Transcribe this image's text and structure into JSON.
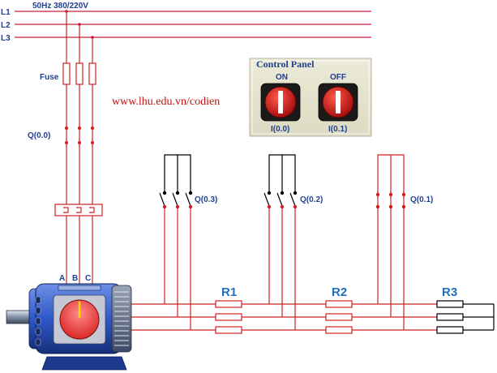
{
  "supply": {
    "spec": "50Hz 380/220V",
    "lines": [
      "L1",
      "L2",
      "L3"
    ]
  },
  "labels": {
    "fuse": "Fuse",
    "main_contact": "Q(0.0)",
    "motor_terminals": [
      "A",
      "B",
      "C"
    ],
    "contact_q03": "Q(0.3)",
    "contact_q02": "Q(0.2)",
    "contact_q01": "Q(0.1)"
  },
  "website": "www.lhu.edu.vn/codien",
  "control_panel": {
    "title": "Control Panel",
    "on_button": {
      "label": "ON",
      "input": "I(0.0)"
    },
    "off_button": {
      "label": "OFF",
      "input": "I(0.1)"
    }
  },
  "resistors": [
    "R1",
    "R2",
    "R3"
  ],
  "colors": {
    "wire": "#d02020",
    "bus_line": "#c81e3c",
    "label_blue": "#1f3f8f",
    "resistor_label": "#1f6fbf",
    "button_red": "#d01818",
    "motor_blue": "#2f58c8"
  }
}
